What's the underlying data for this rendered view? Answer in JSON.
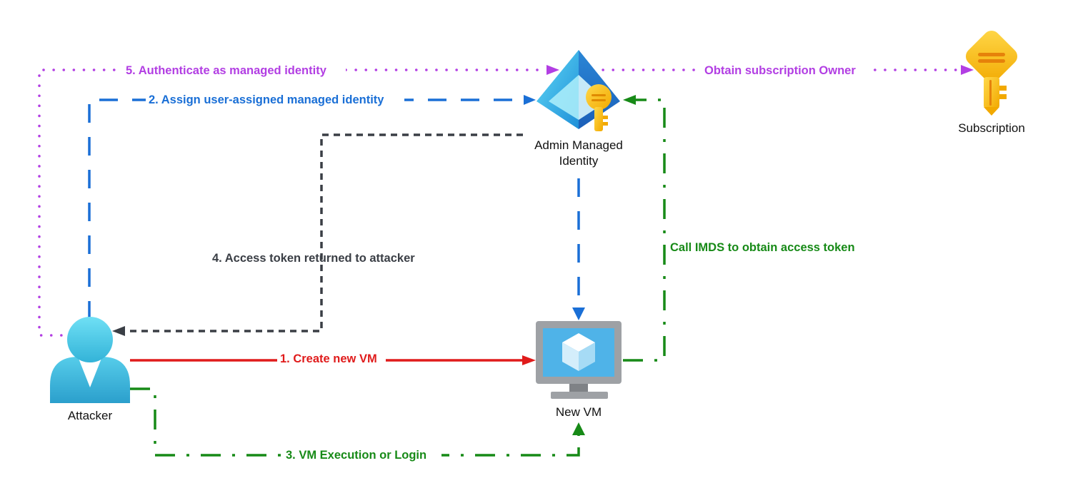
{
  "nodes": {
    "attacker": {
      "label": "Attacker",
      "icon": "user-icon"
    },
    "identity": {
      "label_line1": "Admin Managed",
      "label_line2": "Identity",
      "icon": "managed-identity-icon"
    },
    "vm": {
      "label": "New VM",
      "icon": "virtual-machine-icon"
    },
    "subscription": {
      "label": "Subscription",
      "icon": "key-icon"
    }
  },
  "edges": {
    "create_vm": {
      "label": "1. Create new VM",
      "color": "#e01b1b"
    },
    "assign_identity": {
      "label": "2. Assign user-assigned managed identity",
      "color": "#1a6fd6"
    },
    "vm_execution": {
      "label": "3. VM Execution or Login",
      "color": "#178a17"
    },
    "token_returned": {
      "label": "4. Access token returned to attacker",
      "color": "#3a3e45"
    },
    "authenticate": {
      "label": "5. Authenticate as managed identity",
      "color": "#b23ee3"
    },
    "obtain_owner": {
      "label": "Obtain subscription Owner",
      "color": "#b23ee3"
    },
    "call_imds": {
      "label": "Call IMDS to obtain access token",
      "color": "#178a17"
    },
    "identity_to_vm": {
      "color": "#1a6fd6"
    }
  }
}
